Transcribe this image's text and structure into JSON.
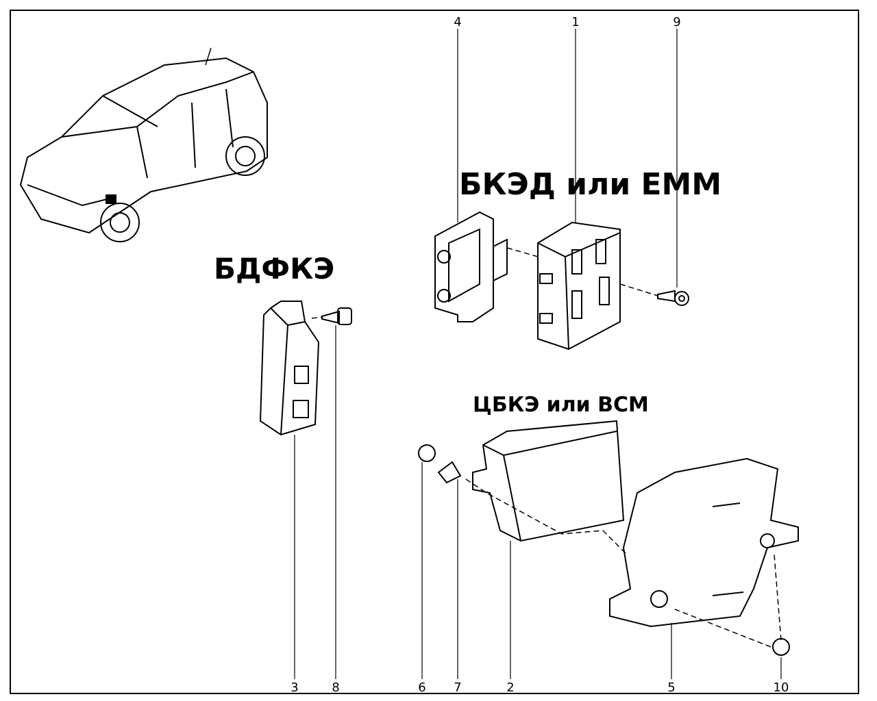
{
  "titles": {
    "bked": "БКЭД или ЕММ",
    "bdfke": "БДФКЭ",
    "cbke": "ЦБКЭ или BCM"
  },
  "callouts": {
    "n1": "1",
    "n2": "2",
    "n3": "3",
    "n4": "4",
    "n5": "5",
    "n6": "6",
    "n7": "7",
    "n8": "8",
    "n9": "9",
    "n10": "10"
  }
}
